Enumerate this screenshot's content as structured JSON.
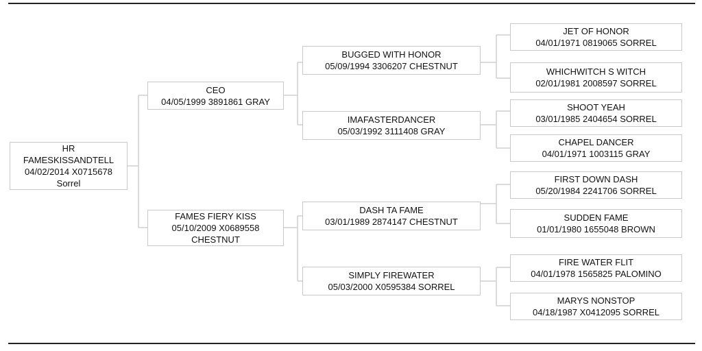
{
  "pedigree": {
    "subject": {
      "prefix": "HR",
      "name": "FAMESKISSANDTELL",
      "info": "04/02/2014 X0715678",
      "color": "Sorrel"
    },
    "sire": {
      "name": "CEO",
      "info": "04/05/1999 3891861 GRAY"
    },
    "dam": {
      "name": "FAMES FIERY KISS",
      "info": "05/10/2009 X0689558",
      "color": "CHESTNUT"
    },
    "sire_sire": {
      "name": "BUGGED WITH HONOR",
      "info": "05/09/1994 3306207 CHESTNUT"
    },
    "sire_dam": {
      "name": "IMAFASTERDANCER",
      "info": "05/03/1992 3111408 GRAY"
    },
    "dam_sire": {
      "name": "DASH TA FAME",
      "info": "03/01/1989 2874147 CHESTNUT"
    },
    "dam_dam": {
      "name": "SIMPLY FIREWATER",
      "info": "05/03/2000 X0595384 SORREL"
    },
    "great_grandparents": [
      {
        "name": "JET OF HONOR",
        "info": "04/01/1971 0819065 SORREL"
      },
      {
        "name": "WHICHWITCH S WITCH",
        "info": "02/01/1981 2008597 SORREL"
      },
      {
        "name": "SHOOT YEAH",
        "info": "03/01/1985 2404654 SORREL"
      },
      {
        "name": "CHAPEL DANCER",
        "info": "04/01/1971 1003115 GRAY"
      },
      {
        "name": "FIRST DOWN DASH",
        "info": "05/20/1984 2241706 SORREL"
      },
      {
        "name": "SUDDEN FAME",
        "info": "01/01/1980 1655048 BROWN"
      },
      {
        "name": "FIRE WATER FLIT",
        "info": "04/01/1978 1565825 PALOMINO"
      },
      {
        "name": "MARYS NONSTOP",
        "info": "04/18/1987 X0412095 SORREL"
      }
    ]
  }
}
